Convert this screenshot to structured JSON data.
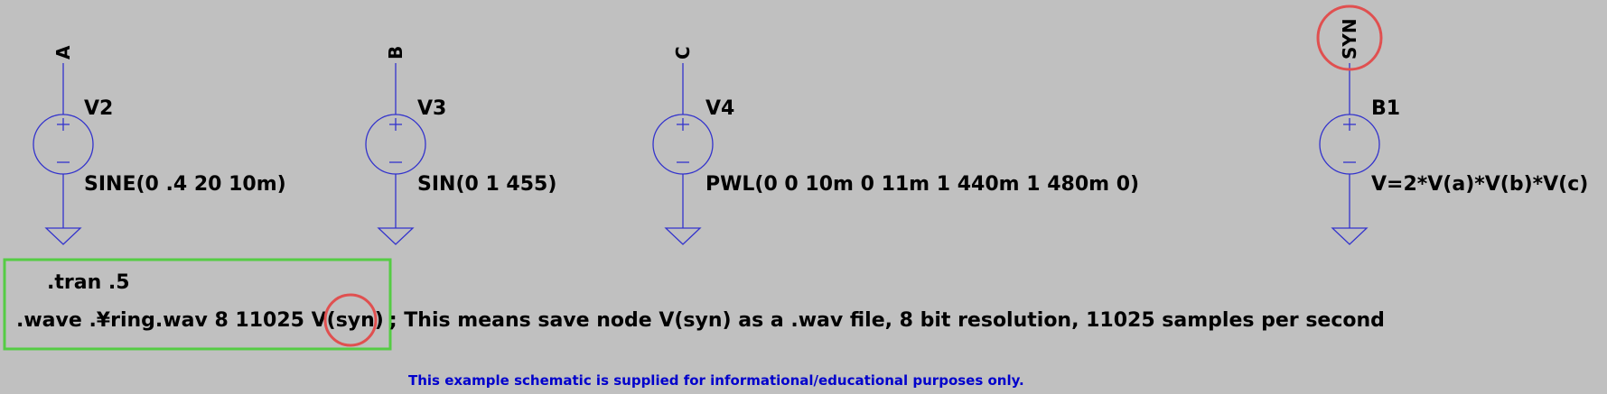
{
  "sources": [
    {
      "ref": "V2",
      "net": "A",
      "value": "SINE(0 .4 20 10m)"
    },
    {
      "ref": "V3",
      "net": "B",
      "value": "SIN(0 1 455)"
    },
    {
      "ref": "V4",
      "net": "C",
      "value": "PWL(0 0 10m 0 11m 1 440m 1 480m 0)"
    },
    {
      "ref": "B1",
      "net": "SYN",
      "value": "V=2*V(a)*V(b)*V(c)"
    }
  ],
  "directives": {
    "tran": ".tran .5",
    "wave_command": ".wave .¥ring.wav 8 11025 V(",
    "wave_node": "syn)",
    "wave_comment": "; This means save node V(syn) as a .wav file, 8 bit resolution, 11025 samples per second"
  },
  "note": "This example schematic is supplied for informational/educational purposes only.",
  "colors": {
    "background": "#c0c0c0",
    "wire": "#3333cc",
    "highlight_circle": "#e05050",
    "highlight_box": "#55cc44",
    "note": "#0000cc"
  }
}
